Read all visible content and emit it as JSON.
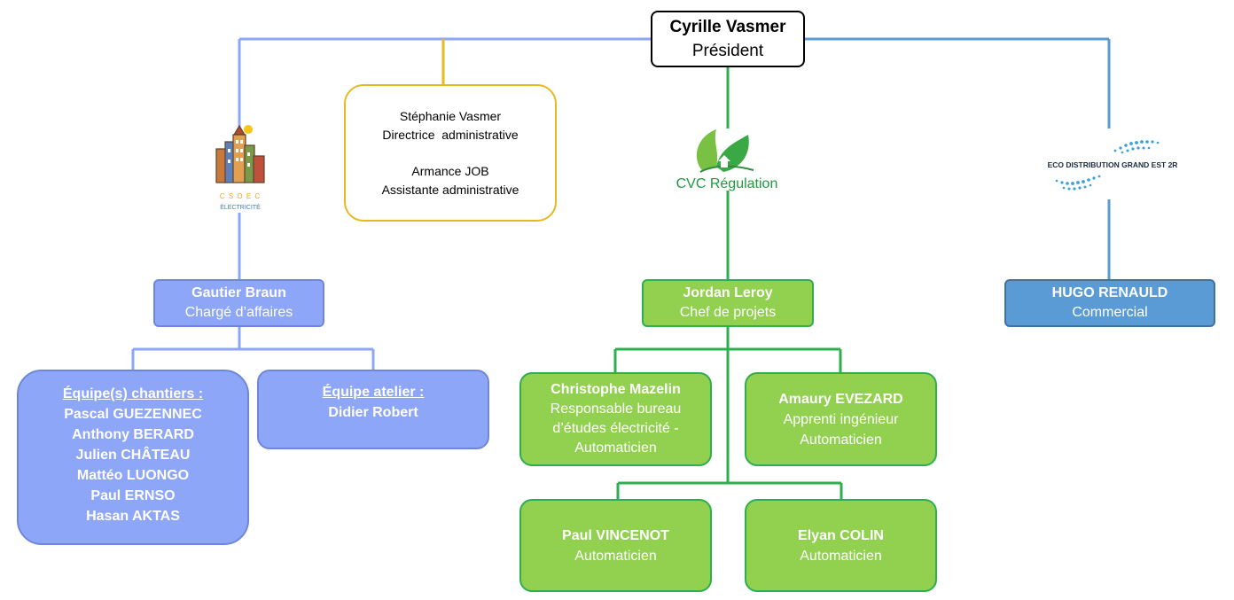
{
  "president": {
    "name": "Cyrille Vasmer",
    "role": "Président"
  },
  "admin": {
    "line1_name": "Stéphanie Vasmer",
    "line1_role": "Directrice  administrative",
    "line2_name": "Armance JOB",
    "line2_role": "Assistante administrative"
  },
  "logos": {
    "csoec": {
      "text1": "C S O E C",
      "text2": "ÉLECTRICITÉ",
      "icon": "city-skyline-icon"
    },
    "cvc": {
      "text": "CVC Régulation",
      "icon": "leaf-house-icon"
    },
    "eco": {
      "text": "ECO DISTRIBUTION GRAND EST 2R",
      "icon": "dotted-wave-icon"
    }
  },
  "gautier": {
    "name": "Gautier Braun",
    "role": "Chargé d’affaires"
  },
  "jordan": {
    "name": "Jordan Leroy",
    "role": "Chef de projets"
  },
  "hugo": {
    "name": "HUGO RENAULD",
    "role": "Commercial"
  },
  "chantiers": {
    "title": "Équipe(s) chantiers :",
    "members": [
      "Pascal GUEZENNEC",
      "Anthony BERARD",
      "Julien CHÂTEAU",
      "Mattéo LUONGO",
      "Paul ERNSO",
      "Hasan AKTAS"
    ]
  },
  "atelier": {
    "title": "Équipe atelier :",
    "member": "Didier Robert"
  },
  "christophe": {
    "name": "Christophe Mazelin",
    "role_lines": [
      "Responsable bureau",
      "d’études électricité -",
      "Automaticien"
    ]
  },
  "amaury": {
    "name": "Amaury EVEZARD",
    "role_lines": [
      "Apprenti ingénieur",
      "Automaticien"
    ]
  },
  "paul": {
    "name": "Paul VINCENOT",
    "role": "Automaticien"
  },
  "elyan": {
    "name": "Elyan COLIN",
    "role": "Automaticien"
  },
  "colors": {
    "blue_branch": "#8ea6f7",
    "admin_branch": "#e6b822",
    "green_branch": "#2eae4f",
    "steel_branch": "#5b9bd5"
  }
}
